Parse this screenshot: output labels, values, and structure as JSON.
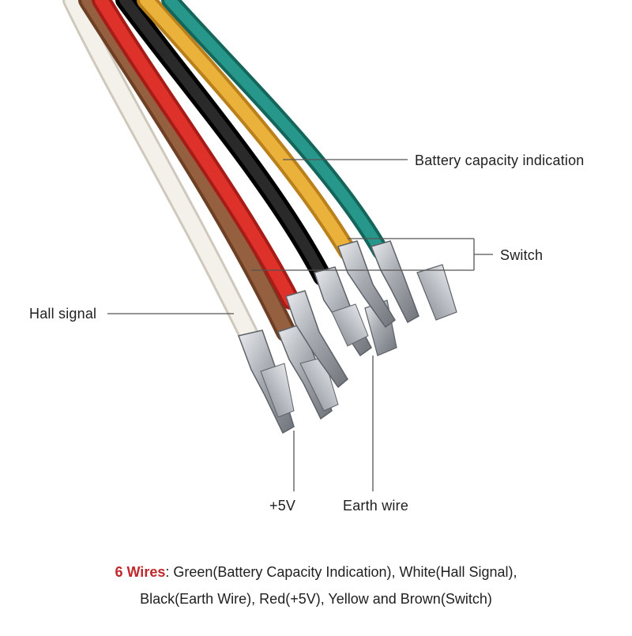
{
  "labels": {
    "battery": "Battery capacity indication",
    "switch": "Switch",
    "hall": "Hall signal",
    "plus5v": "+5V",
    "earth": "Earth wire"
  },
  "caption": {
    "highlight": "6 Wires",
    "line1_rest": ": Green(Battery Capacity Indication), White(Hall Signal),",
    "line2": "Black(Earth Wire), Red(+5V), Yellow and Brown(Switch)"
  },
  "wires": [
    {
      "name": "white",
      "color": "#f1ece4"
    },
    {
      "name": "brown",
      "color": "#8a5536"
    },
    {
      "name": "red",
      "color": "#d42a24"
    },
    {
      "name": "black",
      "color": "#1d1d1d"
    },
    {
      "name": "yellow",
      "color": "#e2a62c"
    },
    {
      "name": "green",
      "color": "#1f8a78"
    }
  ],
  "colors": {
    "highlight": "#c0282b",
    "leader_line": "#555555",
    "terminal": "#b9bcc0"
  }
}
